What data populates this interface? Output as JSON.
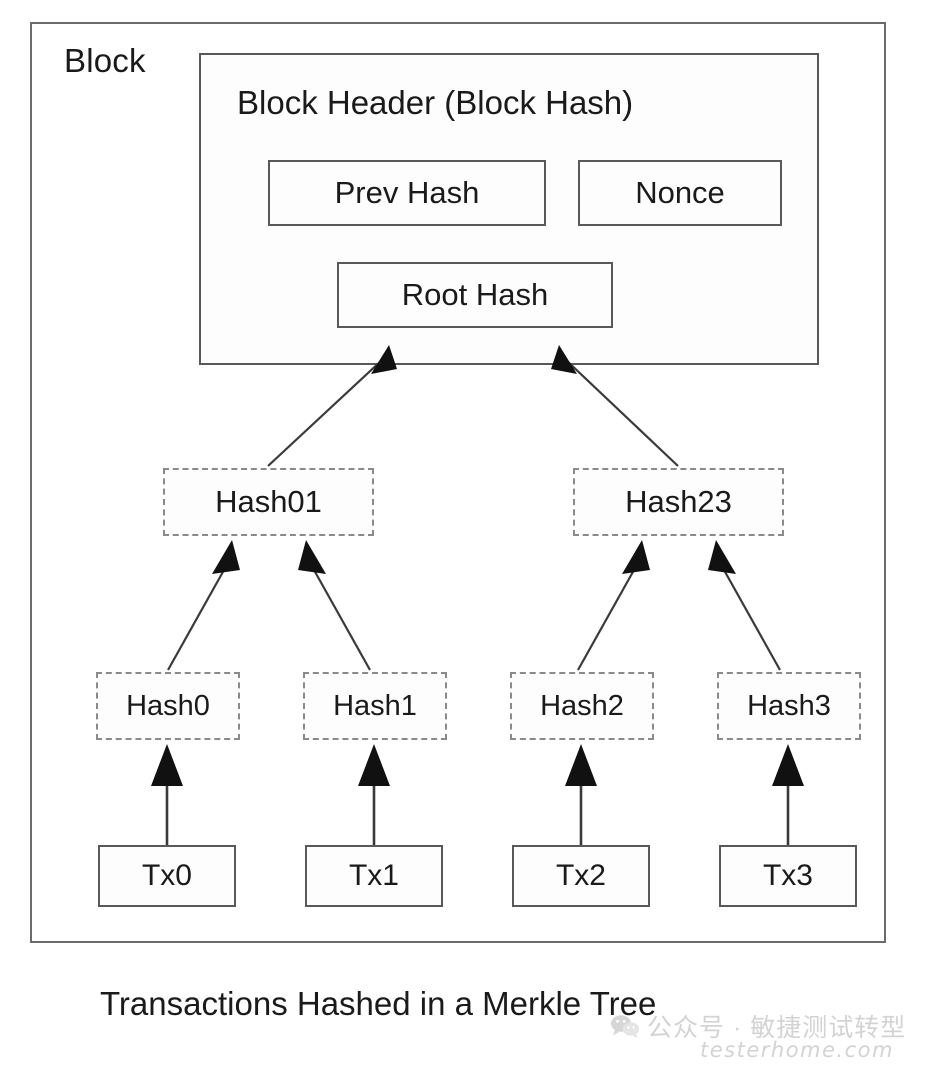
{
  "diagram": {
    "block_label": "Block",
    "header": {
      "title": "Block Header (Block Hash)",
      "fields": [
        {
          "id": "prev-hash",
          "label": "Prev Hash"
        },
        {
          "id": "nonce",
          "label": "Nonce"
        },
        {
          "id": "root-hash",
          "label": "Root Hash"
        }
      ]
    },
    "merkle": {
      "internal_nodes": [
        {
          "id": "hash01",
          "label": "Hash01"
        },
        {
          "id": "hash23",
          "label": "Hash23"
        }
      ],
      "leaf_hashes": [
        {
          "id": "hash0",
          "label": "Hash0"
        },
        {
          "id": "hash1",
          "label": "Hash1"
        },
        {
          "id": "hash2",
          "label": "Hash2"
        },
        {
          "id": "hash3",
          "label": "Hash3"
        }
      ],
      "transactions": [
        {
          "id": "tx0",
          "label": "Tx0"
        },
        {
          "id": "tx1",
          "label": "Tx1"
        },
        {
          "id": "tx2",
          "label": "Tx2"
        },
        {
          "id": "tx3",
          "label": "Tx3"
        }
      ]
    },
    "caption": "Transactions Hashed in a Merkle Tree",
    "watermark": {
      "text": "公众号 · 敏捷测试转型",
      "url": "testerhome.com",
      "icon": "wechat-icon"
    },
    "colors": {
      "solid_border": "#595959",
      "dashed_border": "#8a8a8a",
      "outer_border": "#6b6b6b",
      "text": "#1a1a1a",
      "arrow": "#3a3a3a",
      "background": "#ffffff",
      "watermark_text": "#b9b9b9"
    }
  }
}
